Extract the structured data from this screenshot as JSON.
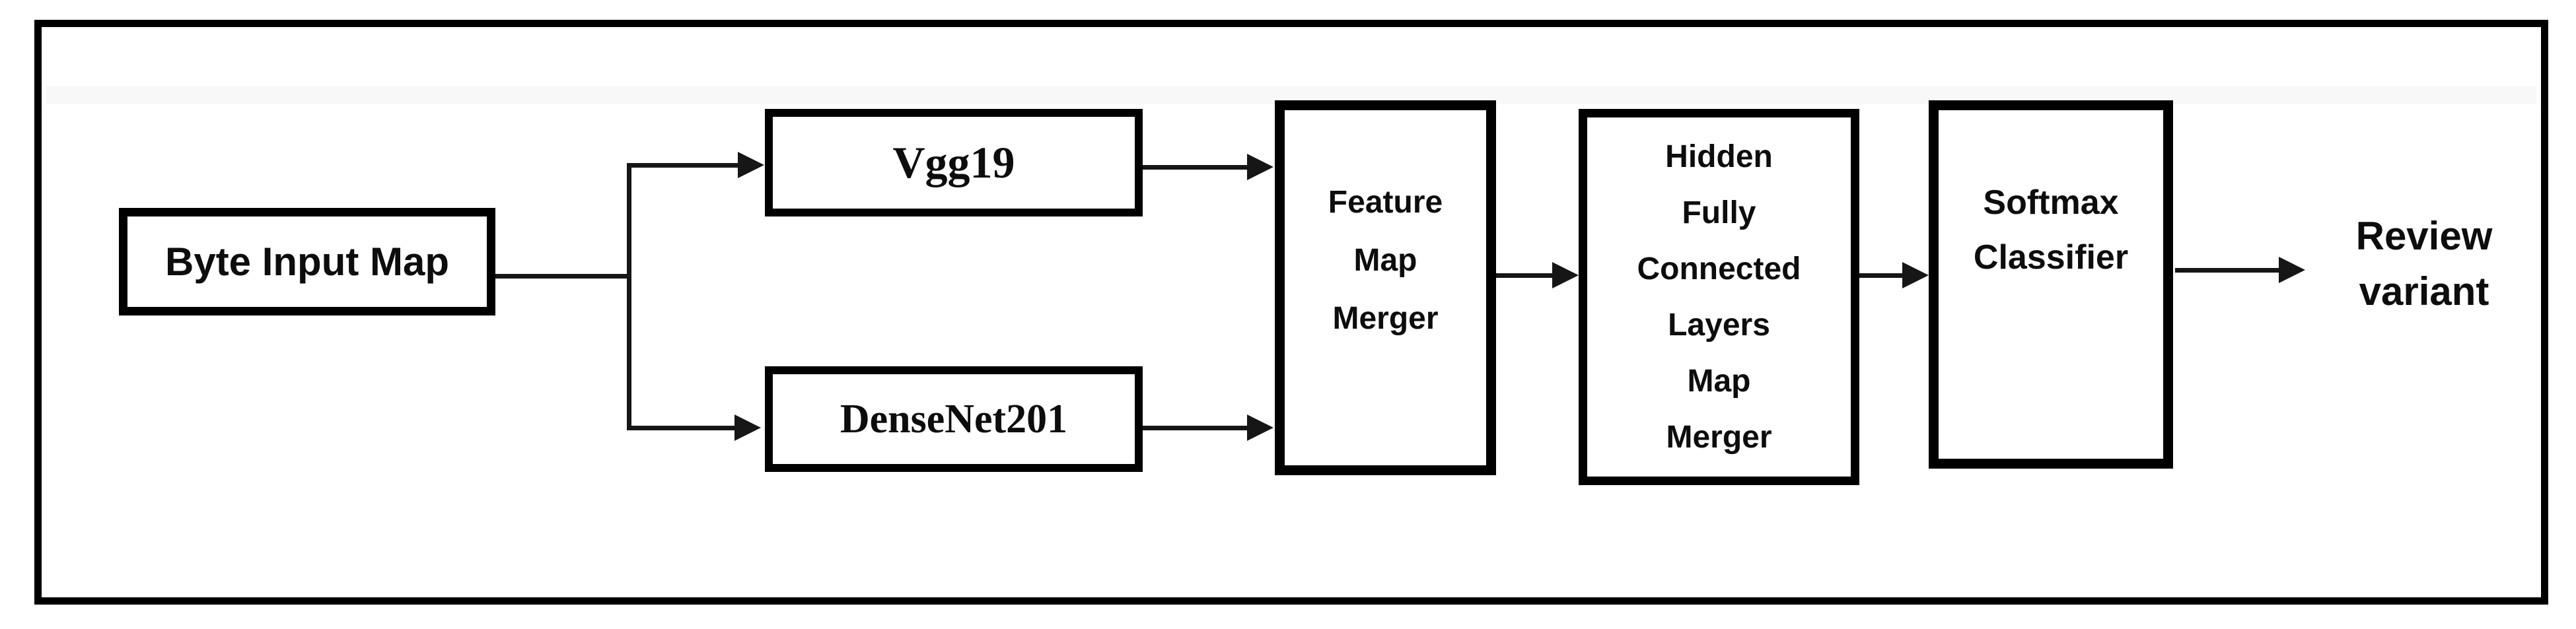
{
  "figure": {
    "type": "flow-diagram",
    "description": "Dual CNN (Vgg19 + DenseNet201) feature-fusion malware/review classification pipeline diagram",
    "background_color": "#ffffff",
    "frame_border_color": "#000000",
    "connector_color": "#161616",
    "text_color": "#0d0d0d"
  },
  "nodes": {
    "byte_input": {
      "label": "Byte Input Map"
    },
    "vgg19": {
      "label": "Vgg19"
    },
    "densenet201": {
      "label": "DenseNet201"
    },
    "feature_map_merger": {
      "line1": "Feature",
      "line2": "Map",
      "line3": "Merger"
    },
    "hidden_fc": {
      "line1": "Hidden",
      "line2": "Fully",
      "line3": "Connected",
      "line4": "Layers",
      "line5": "Map",
      "line6": "Merger"
    },
    "softmax": {
      "line1": "Softmax",
      "line2": "Classifier"
    },
    "output_label": {
      "line1": "Review",
      "line2": "variant"
    }
  }
}
